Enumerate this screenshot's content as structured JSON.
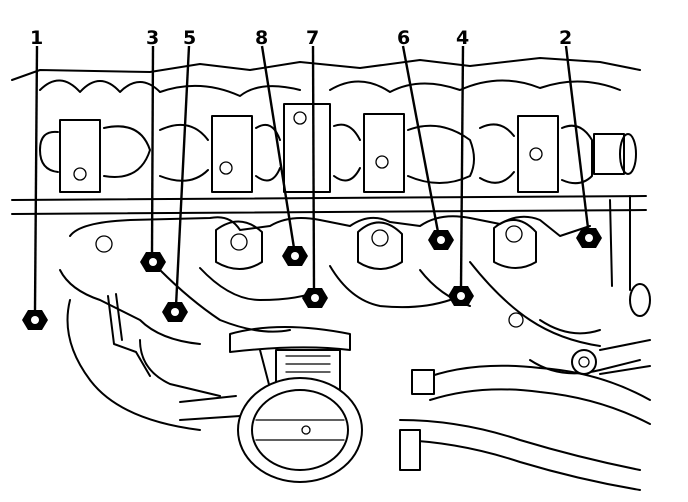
{
  "callouts": [
    {
      "label": "1",
      "name": "nut-1"
    },
    {
      "label": "2",
      "name": "nut-2"
    },
    {
      "label": "3",
      "name": "nut-3"
    },
    {
      "label": "4",
      "name": "nut-4"
    },
    {
      "label": "5",
      "name": "nut-5"
    },
    {
      "label": "6",
      "name": "nut-6"
    },
    {
      "label": "7",
      "name": "nut-7"
    },
    {
      "label": "8",
      "name": "nut-8"
    }
  ]
}
